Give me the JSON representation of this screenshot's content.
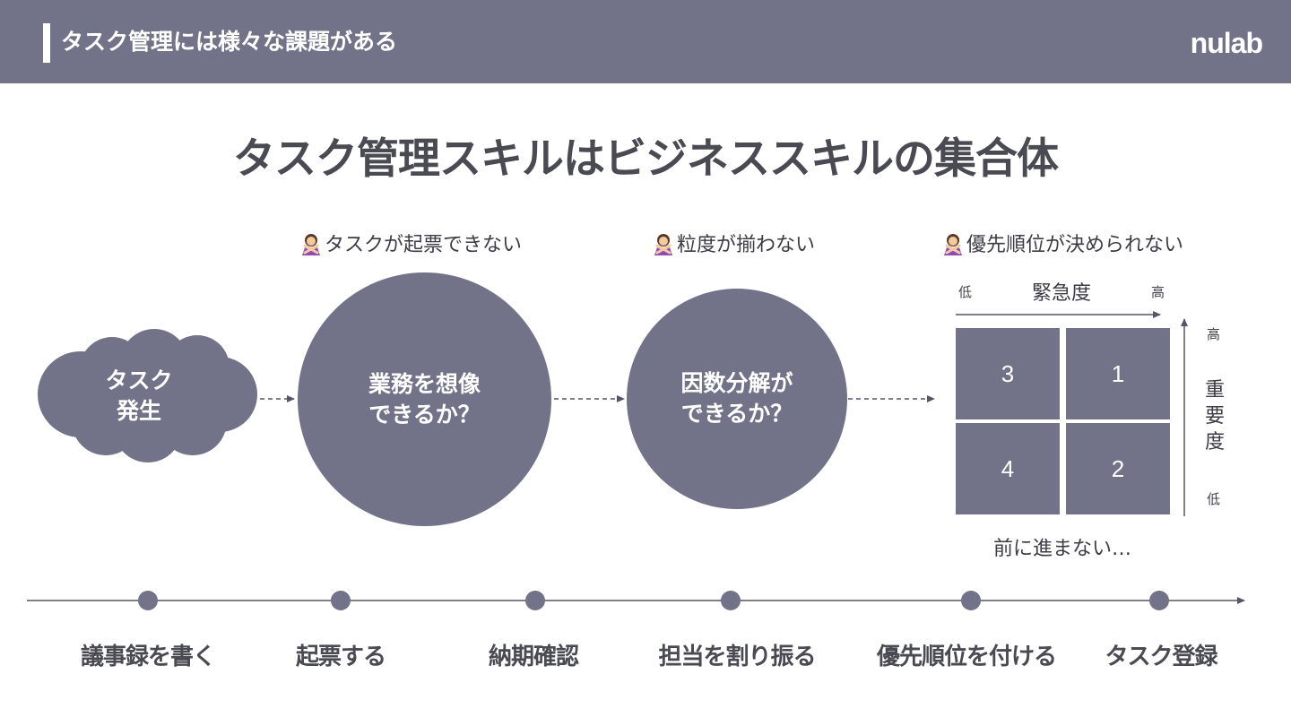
{
  "header": {
    "title": "タスク管理には様々な課題がある",
    "logo": "nulab"
  },
  "main_title": "タスク管理スキルはビジネススキルの集合体",
  "cloud": {
    "line1": "タスク",
    "line2": "発生"
  },
  "issues": {
    "issue1": "タスクが起票できない",
    "issue2": "粒度が揃わない",
    "issue3": "優先順位が決められない"
  },
  "bubbles": {
    "imagine": {
      "line1": "業務を想像",
      "line2": "できるか？"
    },
    "decompose": {
      "line1": "因数分解が",
      "line2": "できるか？"
    }
  },
  "matrix": {
    "urgency_label": "緊急度",
    "urgency_low": "低",
    "urgency_high": "高",
    "importance_label": "重要度",
    "importance_high": "高",
    "importance_low": "低",
    "q_top_left": "3",
    "q_top_right": "1",
    "q_bottom_left": "4",
    "q_bottom_right": "2"
  },
  "stuck_text": "前に進まない…",
  "timeline": {
    "steps": [
      "議事録を書く",
      "起票する",
      "納期確認",
      "担当を割り振る",
      "優先順位を付ける",
      "タスク登録"
    ]
  },
  "colors": {
    "accent": "#727389",
    "text": "#4a4a52",
    "line": "#555566"
  }
}
